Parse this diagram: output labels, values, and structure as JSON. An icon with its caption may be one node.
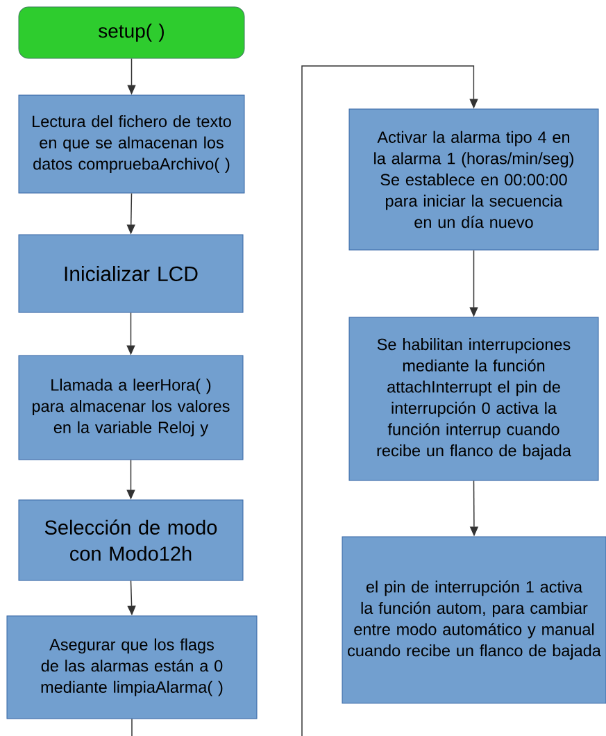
{
  "diagram": {
    "nodes": [
      {
        "text": [
          "setup( )"
        ]
      },
      {
        "text": [
          "Lectura del fichero de texto en que se almacenan los datos compruebaArchivo( )"
        ]
      },
      {
        "text": [
          "Inicializar LCD"
        ]
      },
      {
        "text": [
          "Llamada a leerHora( ) para almacenar los valores en la variable Reloj y"
        ]
      },
      {
        "text": [
          "Selección de modo con Modo12h"
        ]
      },
      {
        "text": [
          "Asegurar que los flags de las alarmas están a 0 mediante limpiaAlarma( )"
        ]
      },
      {
        "text": [
          "Activar la alarma tipo 4 en la alarma 1 (horas/min/seg) Se establece en 00:00:00 para iniciar la secuencia en un día nuevo"
        ]
      },
      {
        "text": [
          "Se habilitan interrupciones mediante la función attachInterrupt el pin de interrupción 0 activa la función interrup cuando recibe un flanco de bajada"
        ]
      },
      {
        "text": [
          "el pin de interrupción 1 activa la función autom, para cambiar entre modo automático y manual cuando recibe un flanco de bajada"
        ]
      }
    ],
    "edges": [
      {
        "from": 0,
        "to": 1,
        "arrow": "to"
      },
      {
        "from": 1,
        "to": 2,
        "arrow": "to"
      },
      {
        "from": 2,
        "to": 3,
        "arrow": "to"
      },
      {
        "from": 3,
        "to": 4,
        "arrow": "to"
      },
      {
        "from": 4,
        "to": 5,
        "arrow": "to"
      },
      {
        "from": 5,
        "to": null,
        "arrow": "none"
      },
      {
        "from": null,
        "to": 6,
        "arrow": "to"
      },
      {
        "from": 6,
        "to": 7,
        "arrow": "to"
      },
      {
        "from": 7,
        "to": 8,
        "arrow": "to"
      }
    ]
  }
}
